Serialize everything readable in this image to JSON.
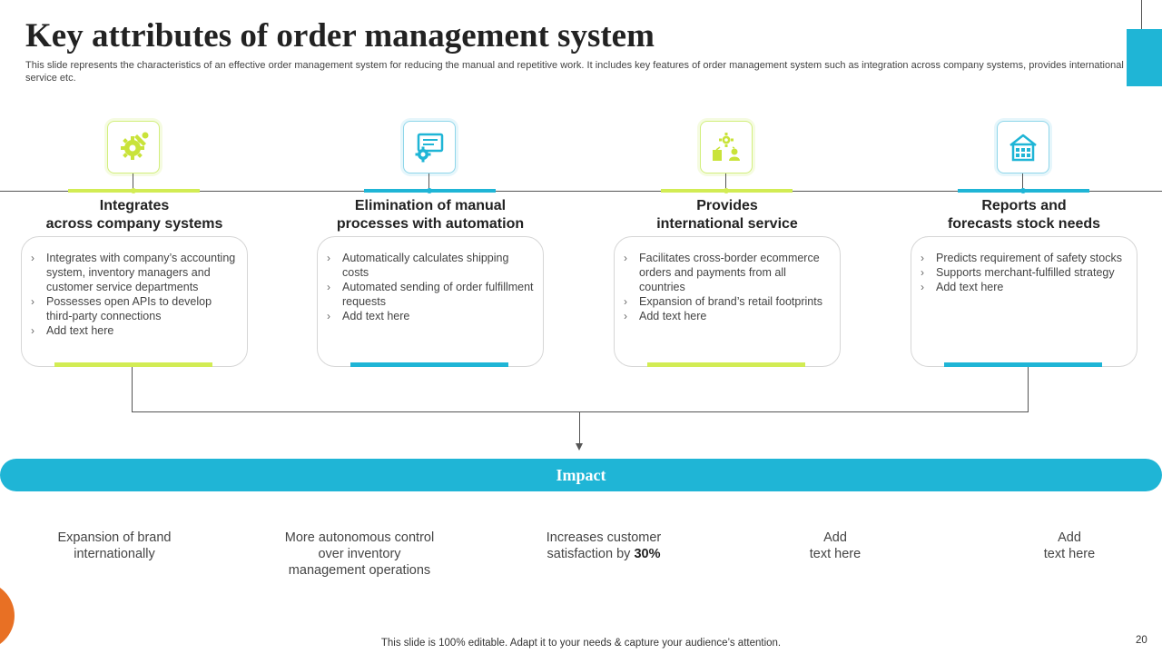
{
  "slide": {
    "title": "Key attributes of order management system",
    "subtitle": "This slide represents the characteristics of an effective order management system for reducing the manual and repetitive work. It includes key features of order management system such as integration across company systems, provides international service etc."
  },
  "colors": {
    "accent_blue": "#1fb5d6",
    "accent_green": "#d2ec54",
    "accent_orange": "#e87024"
  },
  "attributes": [
    {
      "icon": "gear-wrench-icon",
      "heading_line1": "Integrates",
      "heading_line2": "across company systems",
      "bullets": [
        "Integrates with company’s accounting system, inventory managers and customer service departments",
        "Possesses open APIs to develop third-party connections",
        "Add text here"
      ]
    },
    {
      "icon": "monitor-gear-icon",
      "heading_line1": "Elimination of manual",
      "heading_line2": "processes  with automation",
      "bullets": [
        "Automatically calculates shipping costs",
        "Automated sending of order fulfillment requests",
        "Add text here"
      ]
    },
    {
      "icon": "international-network-icon",
      "heading_line1": "Provides",
      "heading_line2": "international service",
      "bullets": [
        "Facilitates cross-border ecommerce orders and payments from all countries",
        "Expansion of brand’s retail footprints",
        "Add text here"
      ]
    },
    {
      "icon": "warehouse-icon",
      "heading_line1": "Reports and",
      "heading_line2": "forecasts stock needs",
      "bullets": [
        "Predicts requirement of safety stocks",
        "Supports merchant-fulfilled strategy",
        "Add text here"
      ]
    }
  ],
  "impact": {
    "label": "Impact",
    "items": [
      {
        "line1": "Expansion of brand",
        "line2": "internationally",
        "line3": ""
      },
      {
        "line1": "More autonomous control",
        "line2": "over inventory",
        "line3": "management operations"
      },
      {
        "line1": "Increases customer",
        "line2_prefix": "satisfaction by ",
        "line2_bold": "30%"
      },
      {
        "line1": "Add",
        "line2": "text here"
      },
      {
        "line1": "Add",
        "line2": "text here"
      }
    ]
  },
  "footer": {
    "note": "This slide is 100% editable. Adapt it to your needs & capture your audience’s attention.",
    "page_number": "20"
  }
}
